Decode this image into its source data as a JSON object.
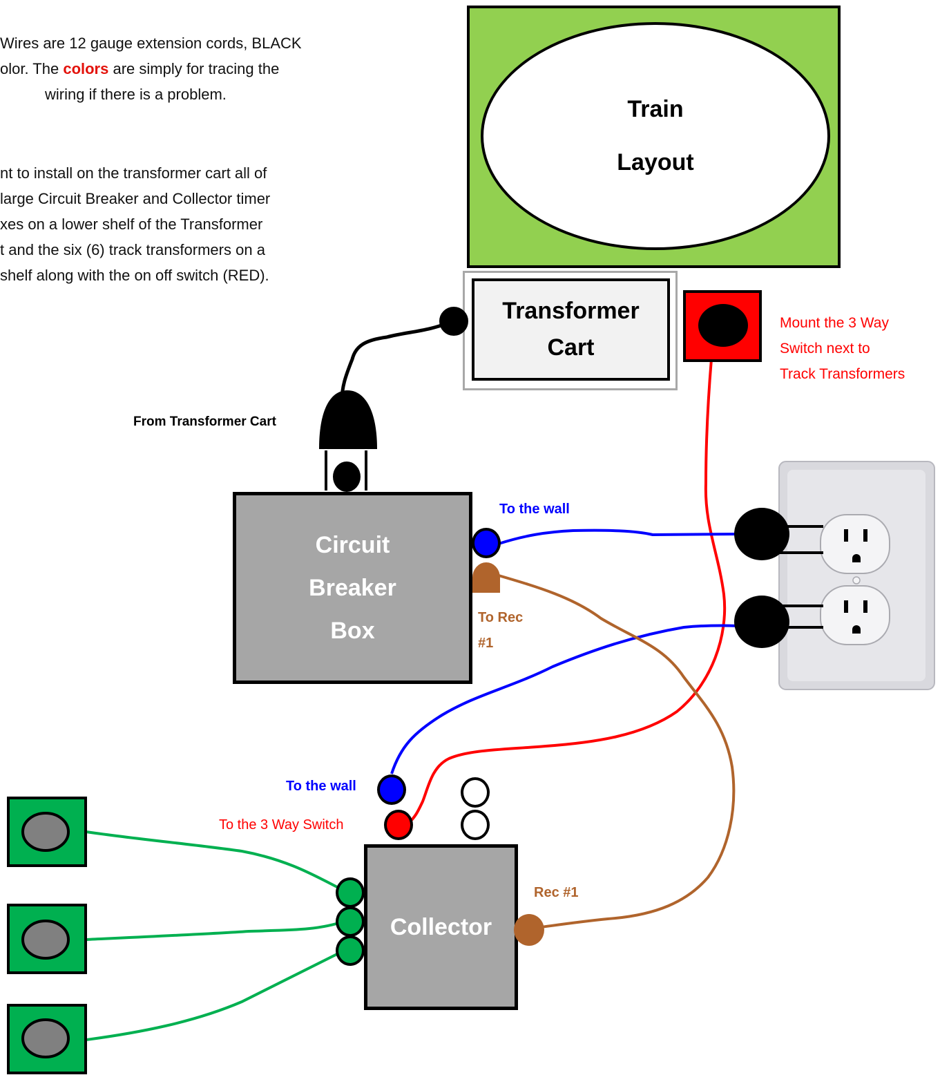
{
  "intro": {
    "line1": "Wires are 12 gauge extension cords, BLACK",
    "line2_pre": "olor.  The ",
    "line2_hl": "colors",
    "line2_post": " are simply for tracing the",
    "line3": "wiring if there is a problem."
  },
  "plan": [
    "nt to install on the transformer cart all of",
    "large Circuit Breaker and Collector timer",
    "xes on a lower shelf of the Transformer",
    "t and the six (6)  track transformers on a",
    " shelf along with the on off switch (RED)."
  ],
  "layout": {
    "line1": "Train",
    "line2": "Layout"
  },
  "cart": {
    "line1": "Transformer",
    "line2": "Cart"
  },
  "switch_note": [
    "Mount the 3 Way",
    "Switch next to",
    "Track Transformers"
  ],
  "plug_label": "From Transformer Cart",
  "breaker": {
    "line1": "Circuit",
    "line2": "Breaker",
    "line3": "Box"
  },
  "breaker_labels": {
    "wall": "To the wall",
    "rec_line1": "To Rec",
    "rec_line2": "#1"
  },
  "collector": {
    "title": "Collector"
  },
  "collector_labels": {
    "wall": "To the wall",
    "switch": "To the 3 Way Switch",
    "rec": "Rec #1"
  },
  "colors": {
    "layout_green": "#92d050",
    "switch_red": "#ff0000",
    "wire_blue": "#0000ff",
    "wire_brown": "#b0642c",
    "wire_green": "#00b050",
    "text_red": "#ff0000",
    "text_blue": "#0000ff",
    "text_brown": "#b0642c"
  }
}
